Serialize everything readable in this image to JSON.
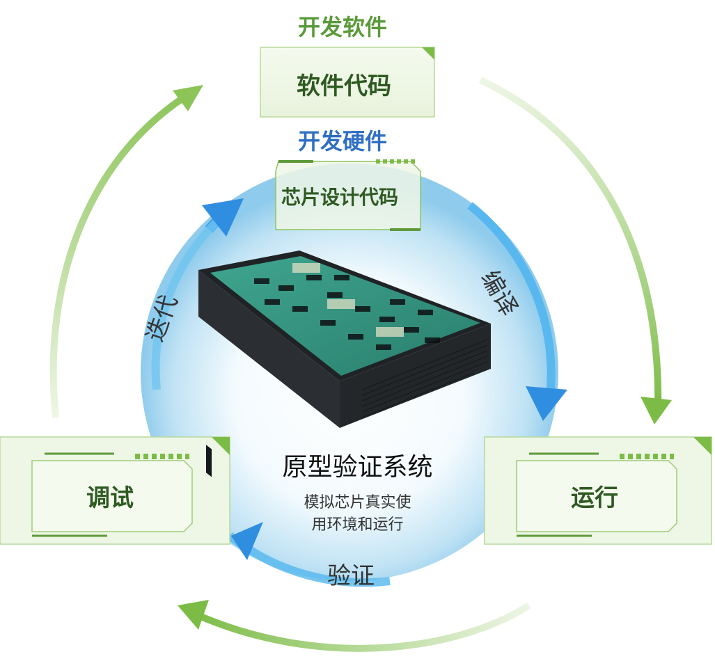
{
  "diagram": {
    "software_heading": "开发软件",
    "software_box": "软件代码",
    "hardware_heading": "开发硬件",
    "hardware_box": "芯片设计代码",
    "edge_compile": "编译",
    "edge_iterate": "迭代",
    "edge_verify": "验证",
    "run_box": "运行",
    "debug_box": "调试",
    "center_title": "原型验证系统",
    "center_line1": "模拟芯片真实使",
    "center_line2": "用环境和运行"
  },
  "colors": {
    "green": "#78b84a",
    "green_dark": "#2f5a22",
    "blue": "#2f8ee0",
    "box_fill": "#eef6e6"
  }
}
